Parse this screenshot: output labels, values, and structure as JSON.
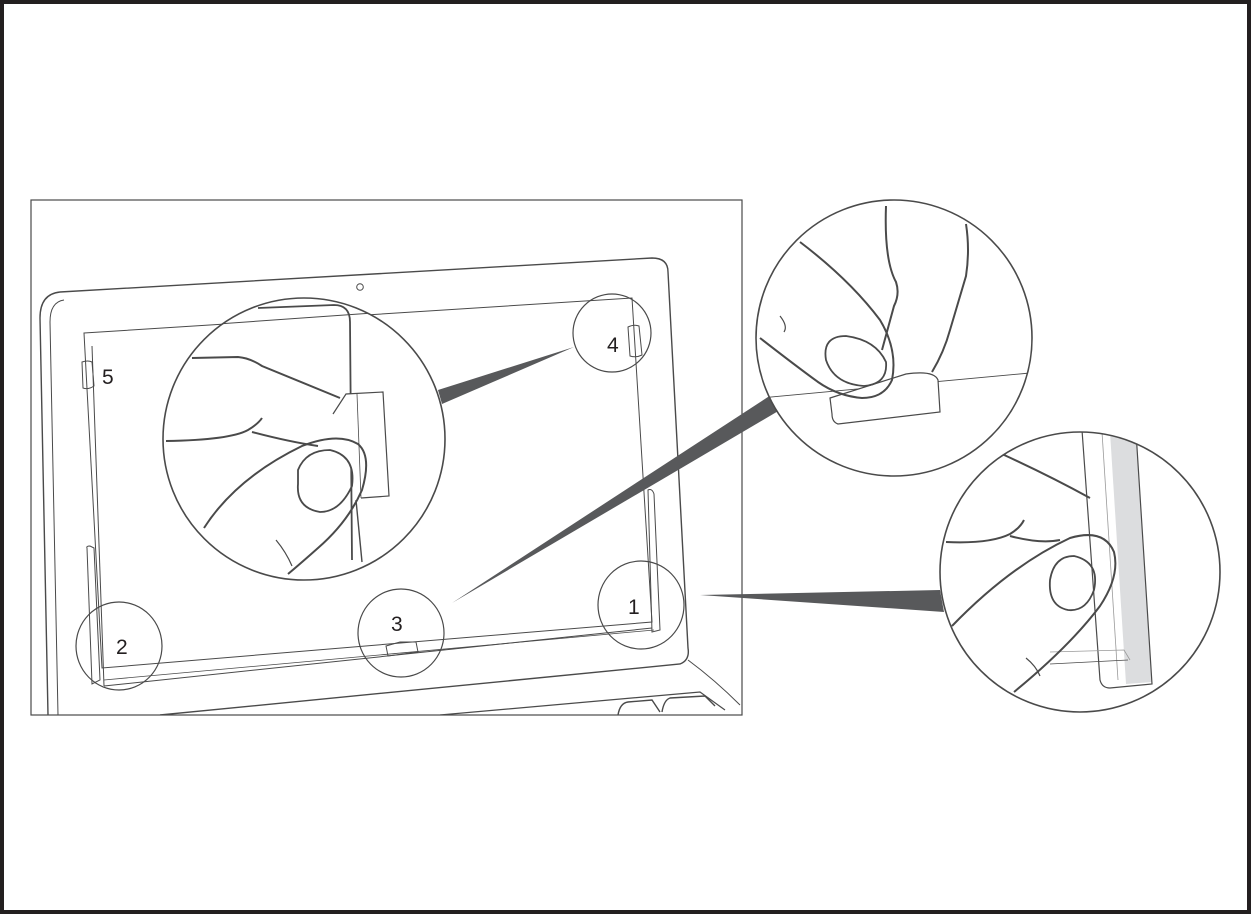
{
  "figure": {
    "type": "instructional-line-illustration",
    "subject": "laptop display bezel with numbered clip positions and magnified insets of fingers releasing clips",
    "colors": {
      "outer_border": "#231f20",
      "line": "#4a4a4a",
      "pointer": "#58595b",
      "shading": "#dcdddf",
      "background": "#ffffff"
    }
  },
  "callouts": [
    {
      "id": "1",
      "label": "1"
    },
    {
      "id": "2",
      "label": "2"
    },
    {
      "id": "3",
      "label": "3"
    },
    {
      "id": "4",
      "label": "4"
    },
    {
      "id": "5",
      "label": "5"
    }
  ],
  "insets": [
    {
      "name": "inset-clip-4",
      "depicts": "fingers pulling side clip at position 4"
    },
    {
      "name": "inset-clip-3",
      "depicts": "fingers lifting bottom clip at position 3"
    },
    {
      "name": "inset-clip-1",
      "depicts": "fingers pressing side rail clip at position 1"
    }
  ]
}
